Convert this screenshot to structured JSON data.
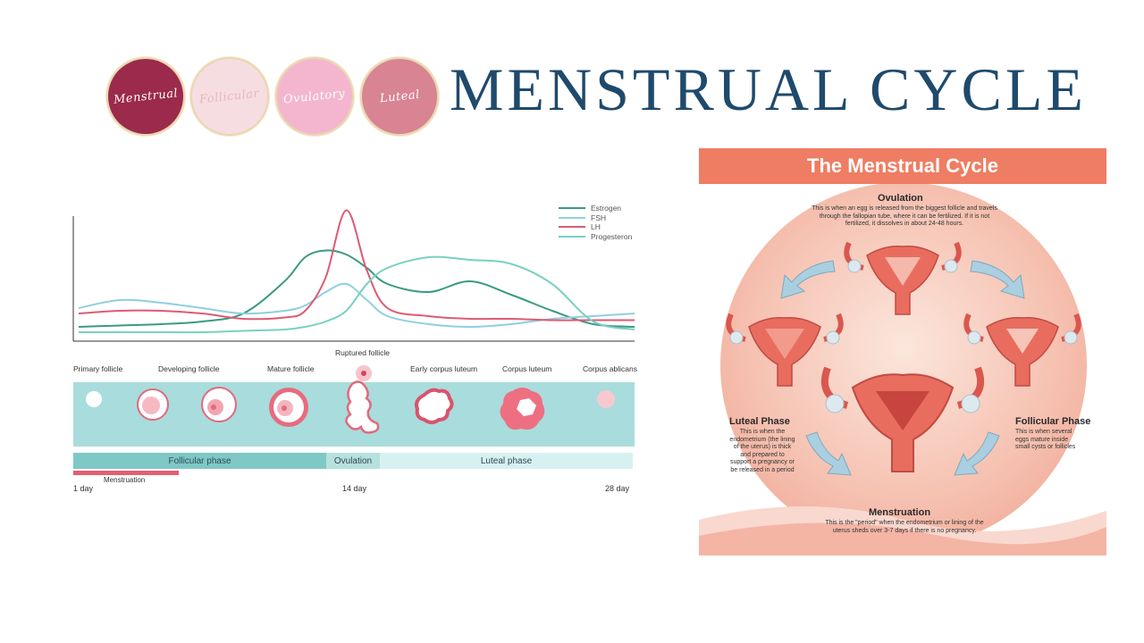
{
  "header": {
    "title": "MENSTRUAL CYCLE",
    "phase_circles": [
      {
        "label": "Menstrual",
        "color": "#9b2a4c"
      },
      {
        "label": "Follicular",
        "color": "#f6dde2"
      },
      {
        "label": "Ovulatory",
        "color": "#f4b6cf"
      },
      {
        "label": "Luteal",
        "color": "#d88493"
      }
    ]
  },
  "chart": {
    "legend": [
      {
        "name": "Estrogen",
        "color": "#3a9a83"
      },
      {
        "name": "FSH",
        "color": "#8fcfe0"
      },
      {
        "name": "LH",
        "color": "#de5a73"
      },
      {
        "name": "Progesteron",
        "color": "#79d0c2"
      }
    ],
    "follicle_labels": [
      "Primary follicle",
      "Developing follicle",
      "Mature follicle",
      "Ruptured follicle",
      "Early corpus luteum",
      "Corpus luteum",
      "Corpus ablicans"
    ],
    "phases": [
      "Follicular phase",
      "Ovulation",
      "Luteal phase"
    ],
    "menstruation_label": "Menstruation",
    "day_labels": [
      "1 day",
      "14 day",
      "28 day"
    ]
  },
  "chart_data": {
    "type": "line",
    "x": [
      1,
      3,
      5,
      7,
      9,
      11,
      12,
      13,
      14,
      15,
      16,
      18,
      20,
      22,
      24,
      26,
      28
    ],
    "series": [
      {
        "name": "Estrogen",
        "values": [
          8,
          9,
          10,
          12,
          18,
          42,
          60,
          65,
          62,
          52,
          40,
          34,
          42,
          32,
          20,
          10,
          8
        ]
      },
      {
        "name": "FSH",
        "values": [
          22,
          28,
          26,
          22,
          18,
          20,
          24,
          34,
          40,
          28,
          16,
          10,
          8,
          10,
          14,
          16,
          18
        ]
      },
      {
        "name": "LH",
        "values": [
          18,
          20,
          20,
          18,
          14,
          15,
          20,
          45,
          95,
          50,
          22,
          16,
          14,
          14,
          13,
          13,
          13
        ]
      },
      {
        "name": "Progesteron",
        "values": [
          4,
          4,
          4,
          4,
          5,
          6,
          8,
          12,
          20,
          40,
          52,
          60,
          58,
          55,
          40,
          12,
          6
        ]
      }
    ],
    "xlim": [
      1,
      28
    ],
    "ylim": [
      0,
      100
    ]
  },
  "poster": {
    "title": "The Menstrual Cycle",
    "ovulation": {
      "title": "Ovulation",
      "text": "This is when an egg is released from the biggest follicle and travels through the fallopian tube, where it can be fertilized. If it is not fertilized, it dissolves in about 24-48 hours."
    },
    "luteal": {
      "title": "Luteal Phase",
      "text": "This is when the endometrium (the lining of the uterus) is thick and prepared to support a pregnancy or be released in a period"
    },
    "follicular": {
      "title": "Follicular Phase",
      "text": "This is when several eggs mature inside small cysts or follicles"
    },
    "menstruation": {
      "title": "Menstruation",
      "text": "This is the \"period\" when the endometrium or lining of the uterus sheds over 3-7 days if there is no pregnancy."
    }
  }
}
